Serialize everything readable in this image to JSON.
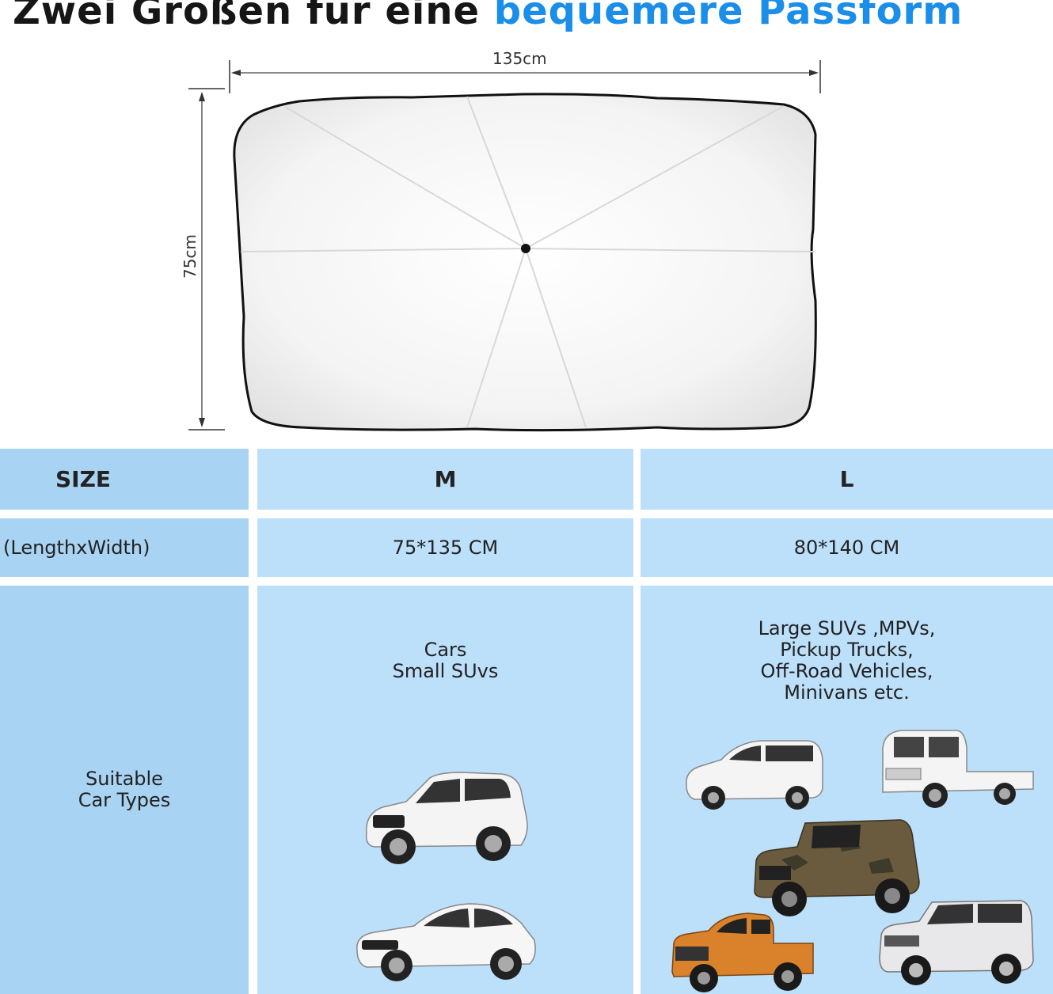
{
  "headline": {
    "part1": "Zwei Größen für eine",
    "part2": "bequemere Passform",
    "accent_color": "#1a8ee8"
  },
  "diagram": {
    "width_label": "135cm",
    "height_label": "75cm"
  },
  "table": {
    "header": {
      "size_label": "SIZE",
      "m_label": "M",
      "l_label": "L"
    },
    "dimensions": {
      "label": "(LengthxWidth)",
      "m_value": "75*135 CM",
      "l_value": "80*140 CM"
    },
    "car_types": {
      "label_line1": "Suitable",
      "label_line2": "Car Types",
      "m_lines": [
        "Cars",
        "Small SUvs"
      ],
      "l_lines": [
        "Large SUVs ,MPVs,",
        "Pickup Trucks,",
        "Off-Road Vehicles,",
        "Minivans etc."
      ]
    },
    "colors": {
      "left_column": "#a9d3f2",
      "value_columns": "#bcdffa"
    }
  },
  "car_images": {
    "m": [
      "white-suv-icon",
      "white-sedan-icon"
    ],
    "l": [
      "white-minivan-icon",
      "white-pickup-truck-icon",
      "camo-offroad-jeep-icon",
      "orange-pickup-truck-icon",
      "silver-large-suv-icon"
    ]
  }
}
